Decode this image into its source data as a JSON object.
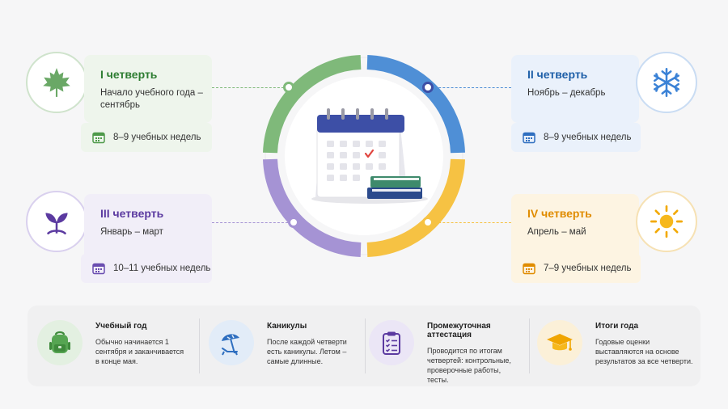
{
  "quarters": [
    {
      "title": "I четверть",
      "subtitle": "Начало учебного года – сентябрь",
      "weeks": "8–9 учебных недель",
      "color": "#2e7d32",
      "icon": "maple-leaf-icon"
    },
    {
      "title": "II четверть",
      "subtitle": "Ноябрь – декабрь",
      "weeks": "8–9 учебных недель",
      "color": "#1e5fa8",
      "icon": "snowflake-icon"
    },
    {
      "title": "III четверть",
      "subtitle": "Январь – март",
      "weeks": "10–11 учебных недель",
      "color": "#5b3aa0",
      "icon": "sprout-icon"
    },
    {
      "title": "IV четверть",
      "subtitle": "Апрель – май",
      "weeks": "7–9 учебных недель",
      "color": "#e08c00",
      "icon": "sun-icon"
    }
  ],
  "info": [
    {
      "heading": "Учебный год",
      "body": "Обычно начинается 1 сентября и заканчивается в конце мая.",
      "icon": "backpack-icon"
    },
    {
      "heading": "Каникулы",
      "body": "После каждой четверти есть каникулы. Летом – самые длинные.",
      "icon": "beach-umbrella-icon"
    },
    {
      "heading": "Промежуточная аттестация",
      "body": "Проводится по итогам четвертей: контрольные, проверочные работы, тесты.",
      "icon": "clipboard-checklist-icon"
    },
    {
      "heading": "Итоги года",
      "body": "Годовые оценки выставляются на основе результатов за все четверти.",
      "icon": "graduation-cap-icon"
    }
  ],
  "center_icon": "calendar-with-books-icon",
  "ring_colors": [
    "#7fb97a",
    "#4f8fd6",
    "#f6c243",
    "#a593d4"
  ]
}
